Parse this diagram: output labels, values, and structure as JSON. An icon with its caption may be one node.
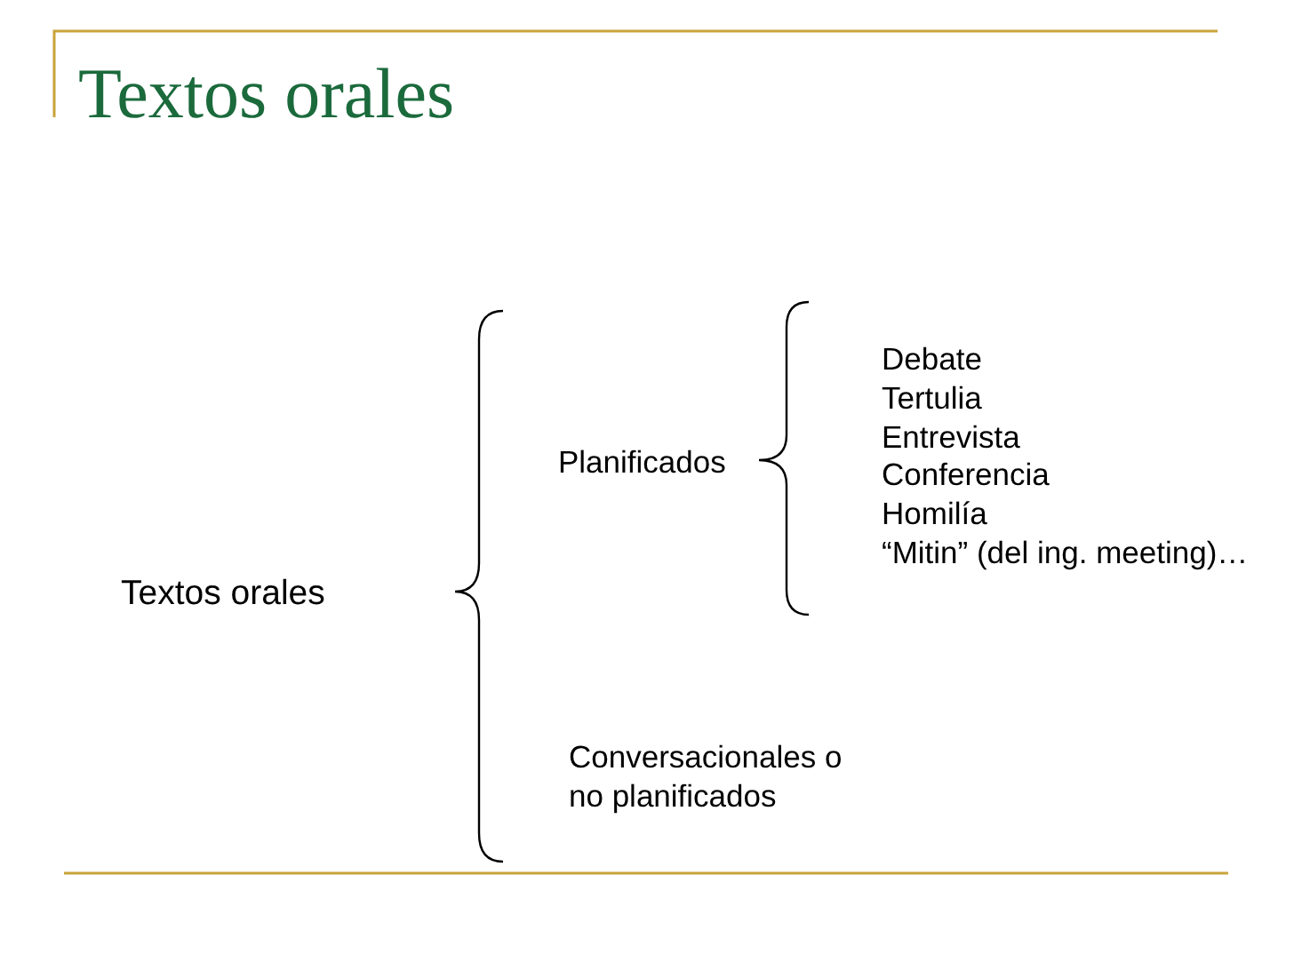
{
  "diagram": {
    "title": "Textos orales",
    "labels": [
      "Textos orales",
      "Planificados",
      "Debate",
      "Tertulia",
      "Entrevista",
      "Conferencia",
      "Homilía",
      "“Mitin” (del ing. meeting)…",
      "Conversacionales o no planificados"
    ]
  }
}
